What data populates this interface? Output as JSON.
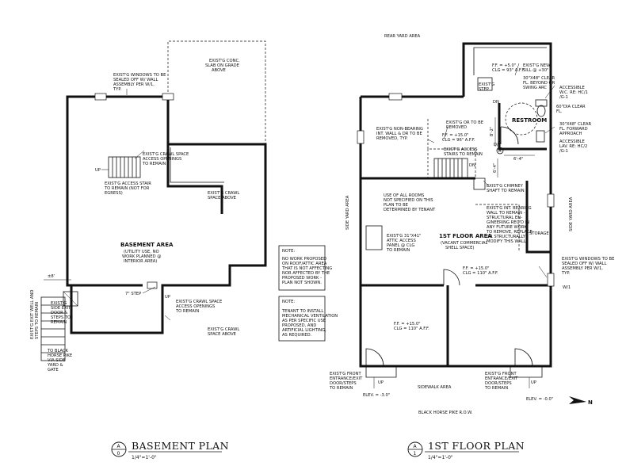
{
  "titles": {
    "basement_num_top": "A",
    "basement_num_bot": "0",
    "basement_title": "BASEMENT PLAN",
    "basement_scale": "1/4\"=1'-0\"",
    "first_num_top": "A",
    "first_num_bot": "1",
    "first_title": "1ST FLOOR PLAN",
    "first_scale": "1/4\"=1'-0\""
  },
  "basement": {
    "windows_note": [
      "EXIST'G WINDOWS TO BE",
      "SEALED OFF W/ WALL",
      "ASSEMBLY PER W/1,",
      "TYP."
    ],
    "slab_note": [
      "EXIST'G CONC.",
      "SLAB ON GRADE",
      "ABOVE"
    ],
    "crawl_openings_top": [
      "EXIST'G CRAWL SPACE",
      "ACCESS OPENINGS",
      "TO REMAIN"
    ],
    "access_stair": [
      "EXIST'G ACCESS STAIR",
      "TO REMAIN (NOT FOR",
      "EGRESS)"
    ],
    "up": "UP",
    "crawl_above_1": [
      "EXIST'G CRAWL",
      "SPACE ABOVE"
    ],
    "area_title": "BASEMENT AREA",
    "area_note": [
      "(UTILITY USE, NO",
      "WORK PLANNED @",
      "INTERIOR AREA)"
    ],
    "step": "7\" STEP",
    "up2": "UP",
    "crawl_openings_bottom": [
      "EXIST'G CRAWL SPACE",
      "ACCESS OPENINGS",
      "TO REMAIN"
    ],
    "crawl_above_2": [
      "EXIST'G CRAWL",
      "SPACE ABOVE"
    ],
    "dim": "±8'",
    "exist_well": [
      "EXIST'G EXIT WELL AND",
      "STEPS TO REMAIN"
    ],
    "side_exit": [
      "EXIST'G",
      "SIDE EXIT",
      "DOOR &",
      "STEPS TO",
      "REMAIN"
    ],
    "to_pike": [
      "TO BLACK",
      "HORSE PIKE",
      "VIA SIDE",
      "YARD &",
      "GATE"
    ]
  },
  "notes": {
    "note1_title": "NOTE:",
    "note1": [
      "NO WORK PROPOSED",
      "ON ROOF/ATTIC AREA",
      "THAT IS NOT AFFECTING",
      "NOR AFFECTED BY THE",
      "PROPOSED WORK -",
      "PLAN NOT SHOWN."
    ],
    "note2_title": "NOTE:",
    "note2": [
      "TENANT TO INSTALL",
      "MECHANICAL VENTILATION",
      "AS PER SPECIFIC USE",
      "PROPOSED, AND",
      "ARTIFICIAL LIGHTING,",
      "AS REQUIRED."
    ]
  },
  "first": {
    "rear_yard": "REAR YARD AREA",
    "side_yard_left": "SIDE YARD AREA",
    "side_yard_right": "SIDE YARD AREA",
    "sidewalk": "SIDEWALK AREA",
    "row": "BLACK HORSE PIKE R.O.W.",
    "north": "N",
    "ff_rear": [
      "F.F. = +5.0\"",
      "CLG = 93\" A.F.F."
    ],
    "new_sill": [
      "EXIST'G NEW",
      "SILL @ +30\""
    ],
    "clear1": [
      "30\"X48\" CLEAR",
      "FL. BEYOND OR",
      "SWING ARC"
    ],
    "access_wc": [
      "ACCESSIBLE",
      "W.C. RE: HC/1",
      "/G-1"
    ],
    "clear2": "60\"DIA CLEAR",
    "fl": "FL.",
    "clear3": [
      "30\"X48\" CLEAR",
      "FL. FORWARD",
      "APPROACH"
    ],
    "access_lav": [
      "ACCESSIBLE",
      "LAV. RE: HC/2",
      "/G-1"
    ],
    "step": [
      "EXIST'G",
      "STEP"
    ],
    "dn": "DN",
    "restroom": "RESTROOM",
    "dim1": "8'-2\"",
    "dim2": "6'-4\"",
    "dim3": "6'-4\"",
    "d1": "D/1",
    "a1": "A",
    "or_removed": [
      "EXIST'G OR TO BE",
      "REMOVED"
    ],
    "non_bearing": [
      "EXIST'G NON-BEARING",
      "INT. WALL & DR TO BE",
      "REMOVED, TYP."
    ],
    "ff_mid": [
      "F.F. = +15.0\"",
      "CLG = 96\" A.F.F."
    ],
    "access_stairs": [
      "EXIST'G ACCESS",
      "STAIRS TO REMAIN"
    ],
    "dn2": "DN",
    "chimney": [
      "EXIST'G CHIMNEY",
      "SHAFT TO REMAIN"
    ],
    "rooms_note": [
      "USE OF ALL ROOMS",
      "NOT SPECIFIED ON THIS",
      "PLAN TO BE",
      "DETERMINED BY TENANT"
    ],
    "int_bearing": [
      "EXIST'G INT. BEARING",
      "WALL TO REMAIN -",
      "STRUCTURAL EN-",
      "GINEERING REQ'D IN",
      "ANY FUTURE WORK",
      "TO REMOVE, REPLACE",
      "OR STRUCTURALLY",
      "MODIFY THIS WALL"
    ],
    "attic": [
      "EXIST'G 31\"X41\"",
      "ATTIC ACCESS",
      "PANEL @ CLG",
      "TO REMAIN"
    ],
    "floor_area": "1ST FLOOR AREA",
    "floor_note": [
      "(VACANT COMMERCIAL",
      "SHELL SPACE)"
    ],
    "storage": "STORAGE",
    "ff_right": [
      "F.F. = +15.0\"",
      "CLG = 110\" A.F.F."
    ],
    "windows_note": [
      "EXIST'G WINDOWS TO BE",
      "SEALED OFF W/ WALL",
      "ASSEMBLY PER W/1,",
      "TYP."
    ],
    "w1": "W/1",
    "ff_front": [
      "F.F. = +15.0\"",
      "CLG = 110\" A.F.F."
    ],
    "front_left": [
      "EXIST'G FRONT",
      "ENTRANCE/EXIT",
      "DOOR/STEPS",
      "TO REMAIN"
    ],
    "front_right": [
      "EXIST'G FRONT",
      "ENTRANCE/EXIT",
      "DOOR/STEPS",
      "TO REMAIN"
    ],
    "elev_left": "ELEV. = -3.0\"",
    "elev_right": "ELEV. = -0.0\"",
    "up_left": "UP",
    "up_right": "UP"
  }
}
